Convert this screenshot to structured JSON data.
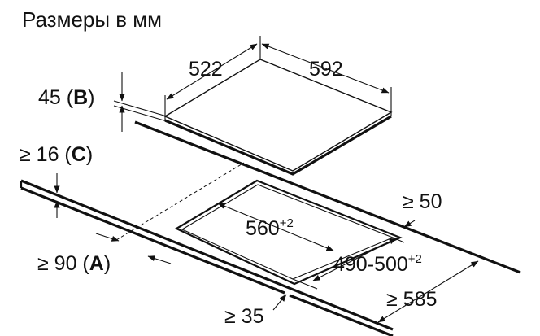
{
  "title": "Размеры в мм",
  "dims": {
    "depth": "522",
    "width": "592",
    "thickness": "45",
    "thickness_letter": "B",
    "min_front_gap": "≥ 16",
    "min_front_gap_letter": "C",
    "min_back_gap": "≥ 50",
    "cutout_width": "560",
    "cutout_width_tol": "+2",
    "cutout_depth": "490-500",
    "cutout_depth_tol": "+2",
    "min_side_gap": "≥ 90",
    "min_side_gap_letter": "A",
    "min_worktop_depth": "≥ 585",
    "min_worktop_thickness": "≥ 35"
  }
}
